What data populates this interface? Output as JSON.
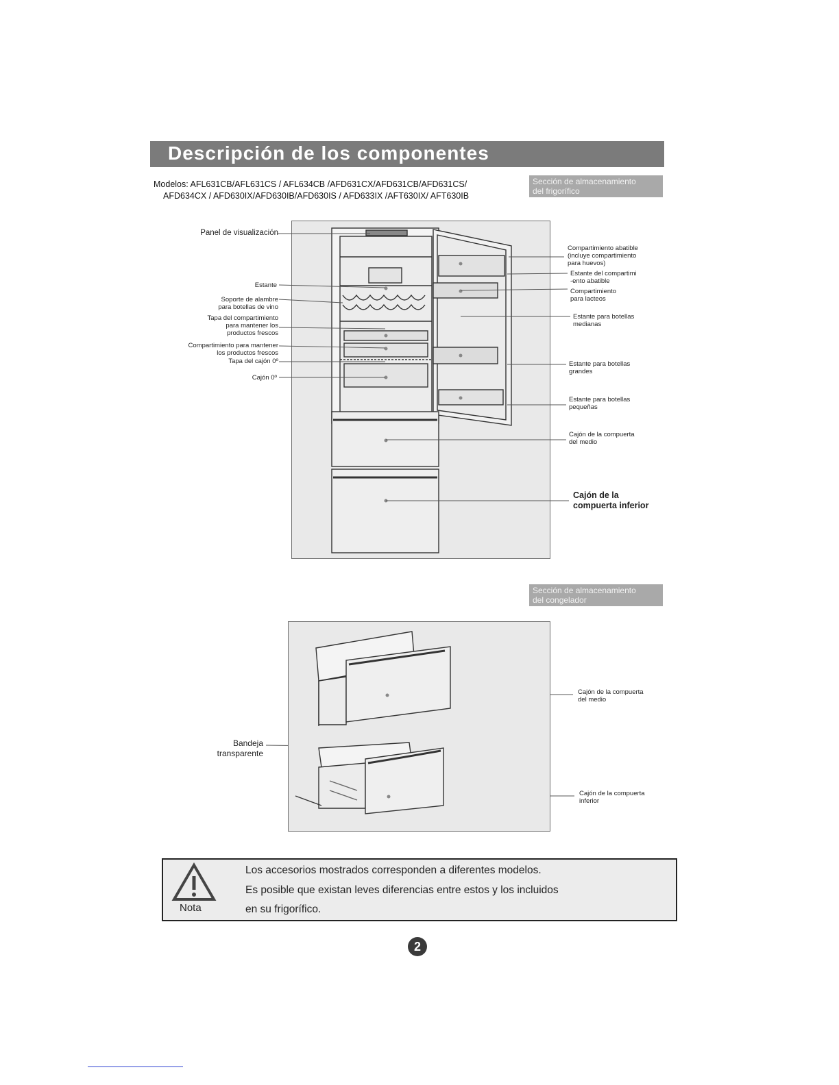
{
  "title": "Descripción de los componentes",
  "models": {
    "line1": "Modelos: AFL631CB/AFL631CS / AFL634CB /AFD631CX/AFD631CB/AFD631CS/",
    "line2": "AFD634CX / AFD630IX/AFD630IB/AFD630IS / AFD633IX /AFT630IX/ AFT630IB"
  },
  "fridge_section": {
    "line1": "Sección de almacenamiento",
    "line2": "del frigorífico"
  },
  "freezer_section": {
    "line1": "Sección de almacenamiento",
    "line2": "del congelador"
  },
  "fridge_labels": {
    "display_panel": "Panel de visualización",
    "shelf": "Estante",
    "wine_rack_1": "Soporte de alambre",
    "wine_rack_2": "para botellas de vino",
    "fresh_cover_1": "Tapa del compartimiento",
    "fresh_cover_2": "para mantener los",
    "fresh_cover_3": "productos frescos",
    "fresh_comp_1": "Compartimiento para mantener",
    "fresh_comp_2": "los productos frescos",
    "zero_cover": "Tapa del cajón 0º",
    "zero_drawer": "Cajón 0º",
    "flip_comp_1": "Compartimiento abatible",
    "flip_comp_2": "(incluye compartimiento",
    "flip_comp_3": "para huevos)",
    "flip_shelf_1": "Estante del compartimi",
    "flip_shelf_2": "-ento abatible",
    "dairy_1": "Compartimiento",
    "dairy_2": "para lacteos",
    "medium_bottles_1": "Estante para botellas",
    "medium_bottles_2": "medianas",
    "large_bottles_1": "Estante para botellas",
    "large_bottles_2": "grandes",
    "small_bottles_1": "Estante para botellas",
    "small_bottles_2": "pequeñas",
    "middle_drawer_1": "Cajón de la compuerta",
    "middle_drawer_2": "del medio",
    "bottom_drawer_1": "Cajón de la",
    "bottom_drawer_2": "compuerta inferior"
  },
  "freezer_labels": {
    "middle_drawer_1": "Cajón de la compuerta",
    "middle_drawer_2": "del medio",
    "tray_1": "Bandeja",
    "tray_2": "transparente",
    "bottom_drawer_1": "Cajón de la compuerta",
    "bottom_drawer_2": "inferior"
  },
  "note": {
    "icon_label": "Nota",
    "line1": "Los accesorios mostrados corresponden a diferentes modelos.",
    "line2": "Es posible que existan leves diferencias entre estos y los incluidos",
    "line3": "en su frigorífico."
  },
  "page_number": "2",
  "colors": {
    "title_bar": "#7b7b7b",
    "section_tag": "#a9a9a9",
    "frame_bg": "#e9e9e9"
  }
}
